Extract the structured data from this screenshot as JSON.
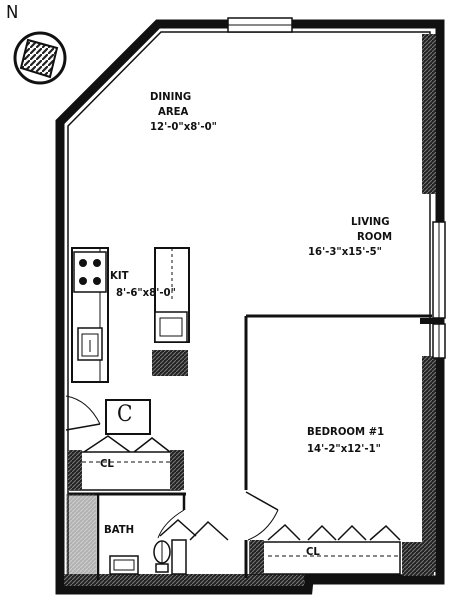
{
  "compass": {
    "letter": "N"
  },
  "rooms": {
    "dining": {
      "name_line1": "DINING",
      "name_line2": "AREA",
      "size": "12'-0\"x8'-0\""
    },
    "living": {
      "name_line1": "LIVING",
      "name_line2": "ROOM",
      "size": "16'-3\"x15'-5\""
    },
    "kitchen": {
      "name": "KIT",
      "size": "8'-6\"x8'-0\""
    },
    "bedroom": {
      "name": "BEDROOM #1",
      "size": "14'-2\"x12'-1\""
    },
    "bath": {
      "name": "BATH"
    }
  },
  "closets": {
    "hall": "CL",
    "bedroom": "CL",
    "coat_marker": "C"
  }
}
